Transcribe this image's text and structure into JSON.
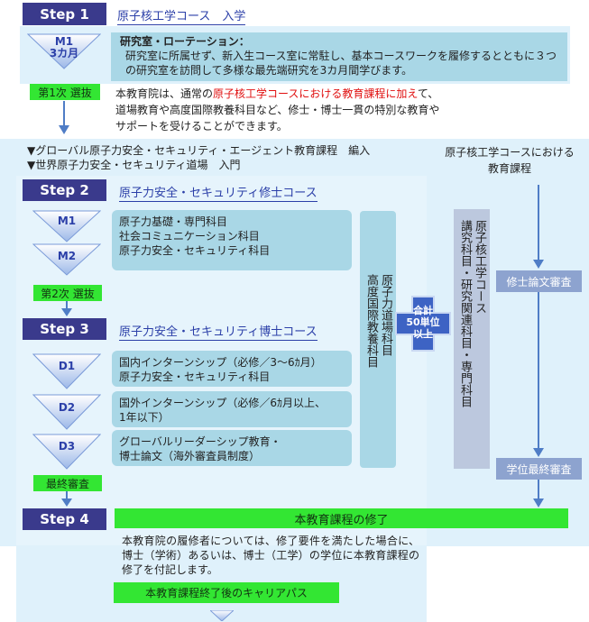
{
  "step1": {
    "label": "Step 1",
    "title": "原子核工学コース　入学",
    "m1_line1": "M1",
    "m1_line2": "3カ月",
    "rotation_head": "研究室・ローテーション：",
    "rotation_body": "研究室に所属せず、新入生コース室に常駐し、基本コースワークを履修するとともに３つの研究室を訪問して多様な最先端研究を3カ月間学びます。",
    "selection1": "第1次 選抜",
    "intro_a": "本教育院は、通常の",
    "intro_red": "原子核工学コースにおける教育課程に加え",
    "intro_b": "て、道場教育や高度国際教養科目など、修士・博士一貫の特別な教育やサポートを受けることができます。"
  },
  "program": {
    "line1": "▼グローバル原子力安全・セキュリティ・エージェント教育課程　編入",
    "line2": "▼世界原子力安全・セキュリティ道場　入門"
  },
  "step2": {
    "label": "Step 2",
    "title": "原子力安全・セキュリティ修士コース",
    "m1": "M1",
    "m2": "M2",
    "box_line1": "原子力基礎・専門科目",
    "box_line2": "社会コミュニケーション科目",
    "box_line3": "原子力安全・セキュリティ科目",
    "selection2": "第2次 選抜"
  },
  "step3": {
    "label": "Step 3",
    "title": "原子力安全・セキュリティ博士コース",
    "d1": "D1",
    "d2": "D2",
    "d3": "D3",
    "d1_line1": "国内インターンシップ（必修／3～6ｶ月）",
    "d1_line2": "原子力安全・セキュリティ科目",
    "d2_line1": "国外インターンシップ（必修／6ｶ月以上、",
    "d2_line2": "1年以下）",
    "d3_line1": "グローバルリーダーシップ教育・",
    "d3_line2": "博士論文（海外審査員制度）",
    "final_review": "最終審査"
  },
  "vertical": {
    "dojo_col1": "原子力道場科目",
    "dojo_col2": "高度国際教養科目",
    "total_line1": "合計",
    "total_line2": "50単位",
    "total_line3": "以上",
    "course_col1": "原子核工学コース",
    "course_col2": "講究科目・研究関連科目・専門科目"
  },
  "right": {
    "header": "原子核工学コースにおける教育課程",
    "thesis": "修士論文審査",
    "degree": "学位最終審査"
  },
  "step4": {
    "label": "Step 4",
    "title": "本教育課程の修了",
    "body": "本教育院の履修者については、修了要件を満たした場合に、博士（学術）あるいは、博士（工学）の学位に本教育課程の修了を付記します。",
    "career": "本教育課程終了後のキャリアパス"
  },
  "colors": {
    "step_bg": "#3a3a8c",
    "green": "#33e633",
    "panel": "#dff1fb",
    "box": "#a9d7e6",
    "title_blue": "#2b3fa8",
    "red": "#e01010"
  }
}
